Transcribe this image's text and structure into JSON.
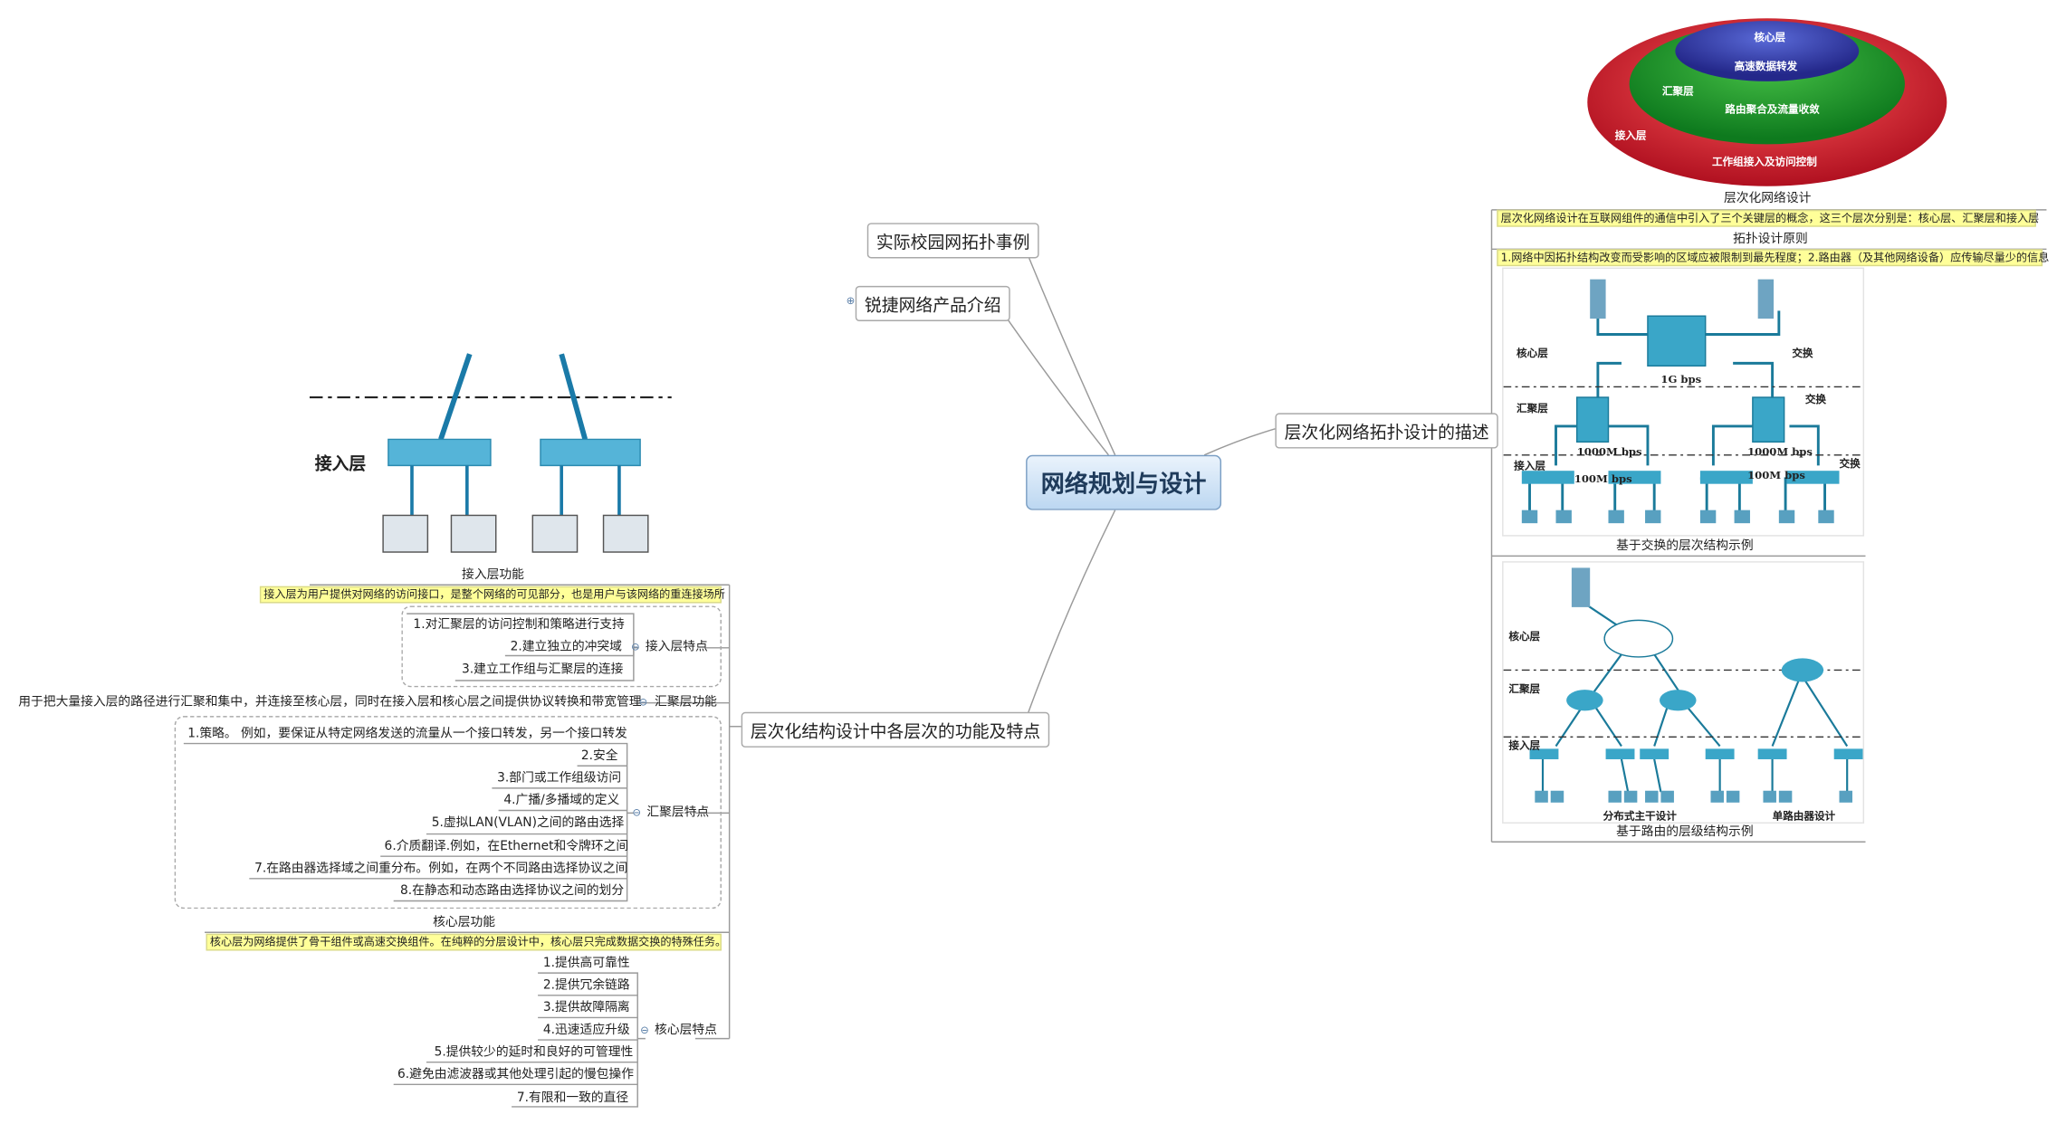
{
  "central": "网络规划与设计",
  "branches": {
    "campus": "实际校园网拓扑事例",
    "ruijie": "锐捷网络产品介绍",
    "hier_desc": "层次化网络拓扑设计的描述",
    "layer_func": "层次化结构设计中各层次的功能及特点"
  },
  "right": {
    "ellipse_core": "核心层",
    "ellipse_core_sub": "高速数据转发",
    "ellipse_dist": "汇聚层",
    "ellipse_dist_sub": "路由聚合及流量收敛",
    "ellipse_access": "接入层",
    "ellipse_access_sub": "工作组接入及访问控制",
    "hier_title": "层次化网络设计",
    "hier_note": "层次化网络设计在互联网组件的通信中引入了三个关键层的概念，这三个层次分别是：核心层、汇聚层和接入层",
    "principle_title": "拓扑设计原则",
    "principle_note": "1.网络中因拓扑结构改变而受影响的区域应被限制到最先程度；2.路由器（及其他网络设备）应传输尽量少的信息",
    "switch_diagram": {
      "core": "核心层",
      "dist": "汇聚层",
      "access": "接入层",
      "swap1": "交换",
      "swap2": "交换",
      "swap3": "交换",
      "bw_1g": "1G bps",
      "bw_1000a": "1000M bps",
      "bw_1000b": "1000M bps",
      "bw_100a": "100M bps",
      "bw_100b": "100M bps"
    },
    "switch_caption": "基于交换的层次结构示例",
    "router_diagram": {
      "core": "核心层",
      "dist": "汇聚层",
      "access": "接入层",
      "distributed": "分布式主干设计",
      "single": "单路由器设计"
    },
    "router_caption": "基于路由的层级结构示例"
  },
  "left": {
    "access_image_label": "接入层",
    "access_func_title": "接入层功能",
    "access_func_note": "接入层为用户提供对网络的访问接口，是整个网络的可见部分，也是用户与该网络的重连接场所",
    "access_features_label": "接入层特点",
    "access_features": [
      "1.对汇聚层的访问控制和策略进行支持",
      "2.建立独立的冲突域",
      "3.建立工作组与汇聚层的连接"
    ],
    "dist_func_label": "汇聚层功能",
    "dist_func_text": "用于把大量接入层的路径进行汇聚和集中，并连接至核心层，同时在接入层和核心层之间提供协议转换和带宽管理",
    "dist_features_label": "汇聚层特点",
    "dist_features": [
      "1.策略。  例如，要保证从特定网络发送的流量从一个接口转发，另一个接口转发",
      "2.安全",
      "3.部门或工作组级访问",
      "4.广播/多播域的定义",
      "5.虚拟LAN(VLAN)之间的路由选择",
      "6.介质翻译.例如，在Ethernet和令牌环之间",
      "7.在路由器选择域之间重分布。例如，在两个不同路由选择协议之间",
      "8.在静态和动态路由选择协议之间的划分"
    ],
    "core_func_title": "核心层功能",
    "core_func_note": "核心层为网络提供了骨干组件或高速交换组件。在纯粹的分层设计中，核心层只完成数据交换的特殊任务。",
    "core_features_label": "核心层特点",
    "core_features": [
      "1.提供高可靠性",
      "2.提供冗余链路",
      "3.提供故障隔离",
      "4.迅速适应升级",
      "5.提供较少的延时和良好的可管理性",
      "6.避免由滤波器或其他处理引起的慢包操作",
      "7.有限和一致的直径"
    ]
  }
}
